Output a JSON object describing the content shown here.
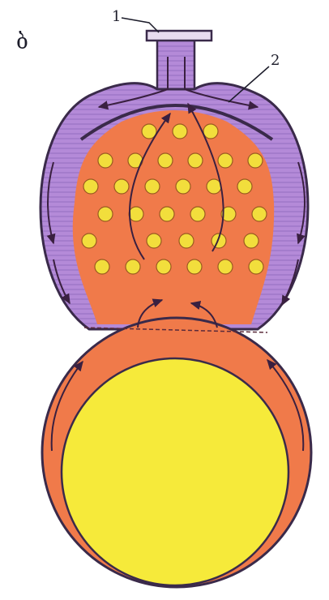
{
  "figure": {
    "panel_letter": "ბ",
    "callouts": [
      {
        "id": "1"
      },
      {
        "id": "2"
      }
    ],
    "colors": {
      "outline": "#3a2a4a",
      "jacket": "#b48ad8",
      "jacket_hatch": "#9a72c4",
      "interior": "#f07a4a",
      "core": "#f6ea3a",
      "tube_fill": "#f2de3c",
      "tube_edge": "#9a5a20",
      "arrow": "#3a2040",
      "separator": "#5a2a3a"
    },
    "tube_rows": [
      3,
      6,
      6,
      6,
      5,
      6
    ]
  }
}
